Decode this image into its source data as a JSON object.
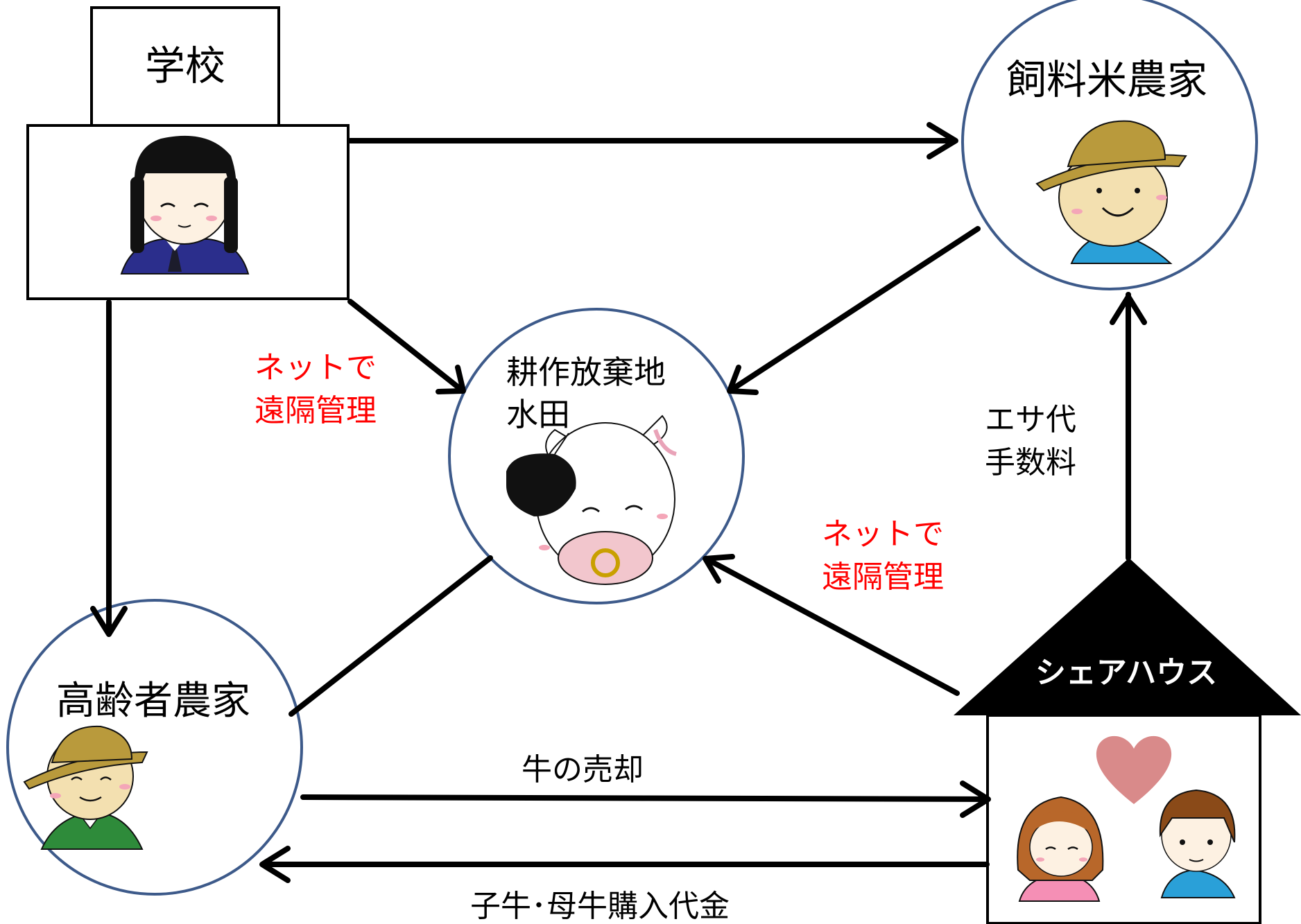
{
  "nodes": {
    "school": {
      "label": "学校"
    },
    "feed_rice_farmer": {
      "label": "飼料米農家"
    },
    "abandoned_field": {
      "label_line1": "耕作放棄地",
      "label_line2": "水田"
    },
    "elderly_farmer": {
      "label": "高齢者農家"
    },
    "share_house": {
      "label": "シェアハウス"
    }
  },
  "edge_labels": {
    "remote_left_line1": "ネットで",
    "remote_left_line2": "遠隔管理",
    "remote_right_line1": "ネットで",
    "remote_right_line2": "遠隔管理",
    "feed_fee_line1": "エサ代",
    "feed_fee_line2": "手数料",
    "cattle_sale": "牛の売却",
    "calf_purchase": "子牛･母牛購入代金"
  },
  "colors": {
    "line": "#000000",
    "circle_border": "#3d5a8a",
    "remote_text": "#ff0000",
    "heart": "#d98a8a",
    "hat": "#b99a3c",
    "shirt_blue": "#2aa0d8",
    "shirt_green": "#2e8b3a",
    "uniform_navy": "#2b2e8c"
  },
  "icons": {
    "student": "student-girl-icon",
    "feed_farmer": "farmer-straw-hat-icon",
    "cow": "cow-face-icon",
    "elderly": "elderly-farmer-icon",
    "couple": "young-couple-icon",
    "heart": "heart-icon"
  }
}
